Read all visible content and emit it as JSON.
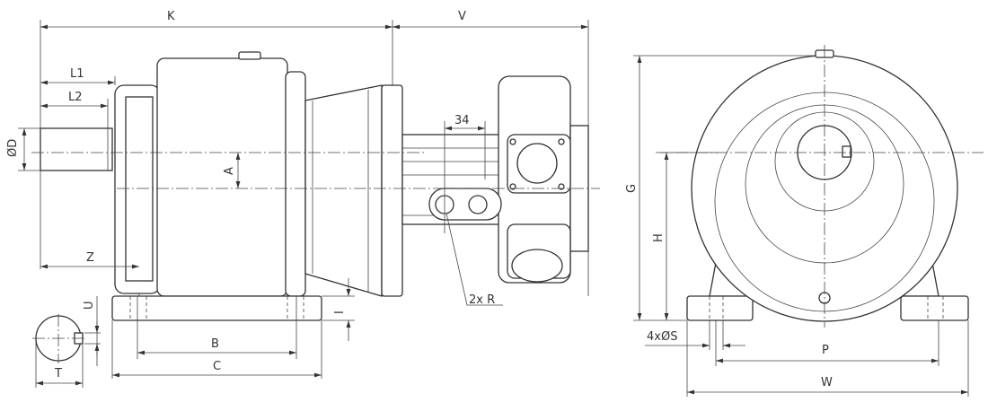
{
  "title": "Gear reducer with vibration motor - dimension drawing",
  "side_view": {
    "labels": {
      "K": "K",
      "V": "V",
      "L1": "L1",
      "L2": "L2",
      "D": "ØD",
      "A": "A",
      "dim34": "34",
      "Z": "Z",
      "U": "U",
      "I": "I",
      "B": "B",
      "C": "C",
      "T": "T",
      "R": "2x R"
    }
  },
  "front_view": {
    "labels": {
      "G": "G",
      "H": "H",
      "S": "4xØS",
      "P": "P",
      "W": "W"
    }
  }
}
